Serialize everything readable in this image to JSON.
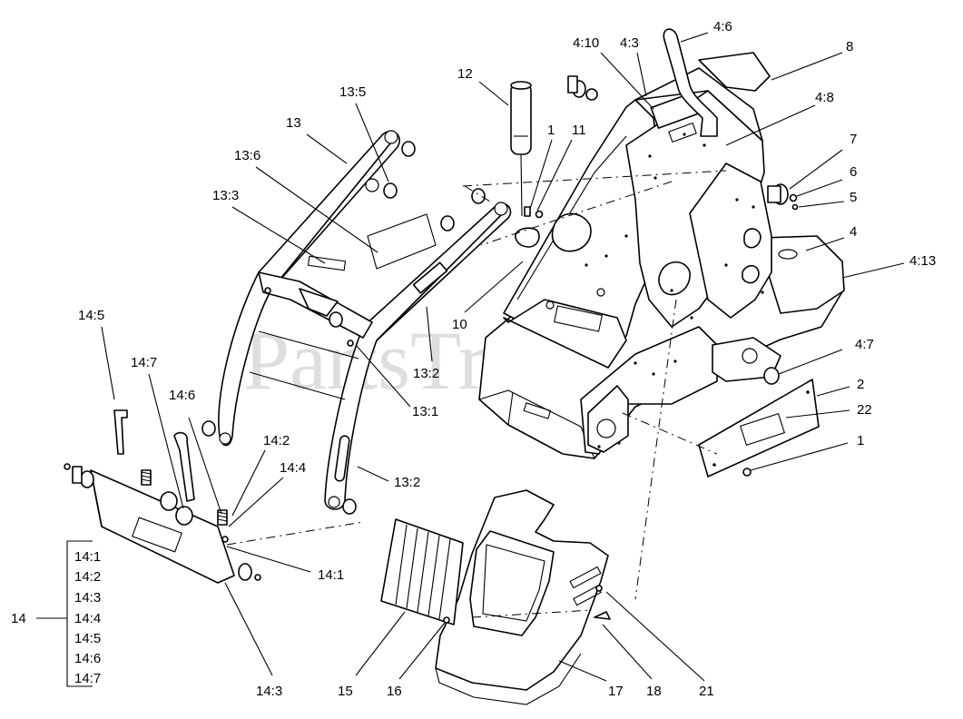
{
  "watermark": "PartsTree",
  "callouts": [
    {
      "id": "c-4-6",
      "text": "4:6"
    },
    {
      "id": "c-8",
      "text": "8"
    },
    {
      "id": "c-4-10",
      "text": "4:10"
    },
    {
      "id": "c-4-3",
      "text": "4:3"
    },
    {
      "id": "c-12",
      "text": "12"
    },
    {
      "id": "c-4-8",
      "text": "4:8"
    },
    {
      "id": "c-13-5",
      "text": "13:5"
    },
    {
      "id": "c-13",
      "text": "13"
    },
    {
      "id": "c-1-top",
      "text": "1"
    },
    {
      "id": "c-11",
      "text": "11"
    },
    {
      "id": "c-7",
      "text": "7"
    },
    {
      "id": "c-13-6",
      "text": "13:6"
    },
    {
      "id": "c-6",
      "text": "6"
    },
    {
      "id": "c-13-3",
      "text": "13:3"
    },
    {
      "id": "c-5",
      "text": "5"
    },
    {
      "id": "c-4",
      "text": "4"
    },
    {
      "id": "c-4-13",
      "text": "4:13"
    },
    {
      "id": "c-14-5",
      "text": "14:5"
    },
    {
      "id": "c-10",
      "text": "10"
    },
    {
      "id": "c-4-7",
      "text": "4:7"
    },
    {
      "id": "c-14-7",
      "text": "14:7"
    },
    {
      "id": "c-13-2-a",
      "text": "13:2"
    },
    {
      "id": "c-2",
      "text": "2"
    },
    {
      "id": "c-14-6",
      "text": "14:6"
    },
    {
      "id": "c-13-1",
      "text": "13:1"
    },
    {
      "id": "c-22",
      "text": "22"
    },
    {
      "id": "c-1-right",
      "text": "1"
    },
    {
      "id": "c-14-2",
      "text": "14:2"
    },
    {
      "id": "c-14-4",
      "text": "14:4"
    },
    {
      "id": "c-13-2-b",
      "text": "13:2"
    },
    {
      "id": "c-14-1",
      "text": "14:1"
    },
    {
      "id": "c-14",
      "text": "14"
    },
    {
      "id": "c-14-3",
      "text": "14:3"
    },
    {
      "id": "c-15",
      "text": "15"
    },
    {
      "id": "c-16",
      "text": "16"
    },
    {
      "id": "c-17",
      "text": "17"
    },
    {
      "id": "c-18",
      "text": "18"
    },
    {
      "id": "c-21",
      "text": "21"
    }
  ],
  "assembly_list": {
    "group": "14",
    "items": [
      "14:1",
      "14:2",
      "14:3",
      "14:4",
      "14:5",
      "14:6",
      "14:7"
    ]
  }
}
